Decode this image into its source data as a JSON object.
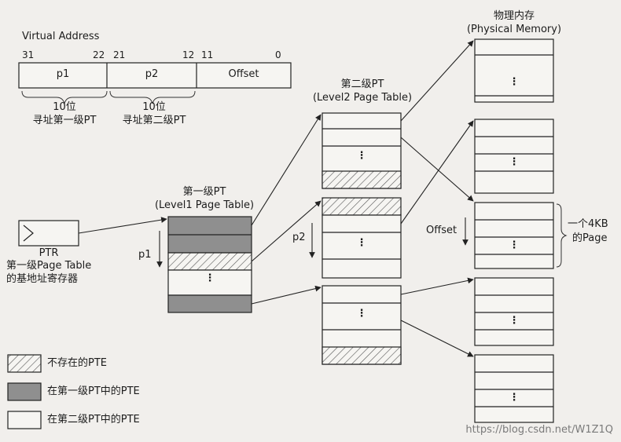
{
  "virtual_address": {
    "title": "Virtual Address",
    "bits": {
      "b31": "31",
      "b22": "22",
      "b21": "21",
      "b12": "12",
      "b11": "11",
      "b0": "0"
    },
    "fields": {
      "p1": "p1",
      "p2": "p2",
      "offset": "Offset"
    },
    "brace_p1": {
      "count": "10位",
      "desc": "寻址第一级PT"
    },
    "brace_p2": {
      "count": "10位",
      "desc": "寻址第二级PT"
    }
  },
  "ptr": {
    "label": "PTR",
    "desc_line1": "第一级Page Table",
    "desc_line2": "的基地址寄存器"
  },
  "level1": {
    "title_cn": "第一级PT",
    "title_en": "(Level1 Page Table)",
    "index": "p1"
  },
  "level2": {
    "title_cn": "第二级PT",
    "title_en": "(Level2 Page Table)",
    "index": "p2"
  },
  "physical": {
    "title_cn": "物理内存",
    "title_en": "(Physical Memory)",
    "offset": "Offset",
    "page_note_line1": "一个4KB",
    "page_note_line2": "的Page"
  },
  "legend": [
    {
      "label": "不存在的PTE"
    },
    {
      "label": "在第一级PT中的PTE"
    },
    {
      "label": "在第二级PT中的PTE"
    }
  ],
  "ellipsis": "⋮",
  "watermark": "https://blog.csdn.net/W1Z1Q"
}
